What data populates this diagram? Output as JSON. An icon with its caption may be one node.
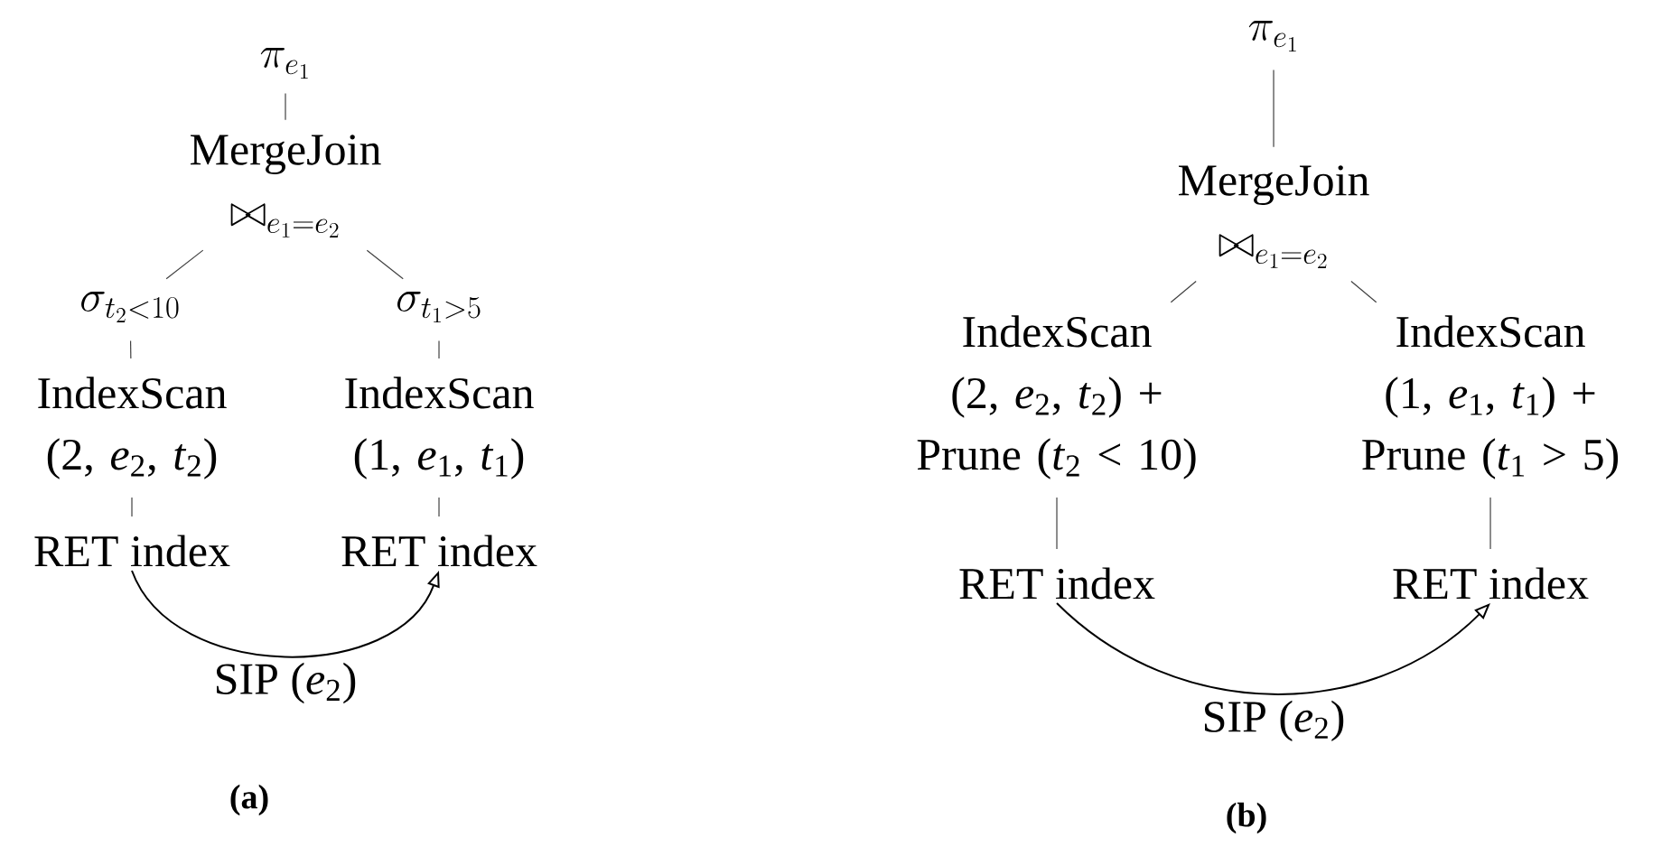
{
  "diagram": {
    "nodes": [
      {
        "text": [
          "\\pi_{e_1}"
        ]
      },
      {
        "text": [
          "MergeJoin",
          "\\bowtie_{e_1=e_2}"
        ]
      },
      {
        "text": [
          "\\sigma_{t_2<10}"
        ]
      },
      {
        "text": [
          "\\sigma_{t_1>5}"
        ]
      },
      {
        "text": [
          "IndexScan (2, *e*$_{2}$, *t*$_{2}$)"
        ]
      },
      {
        "text": [
          "IndexScan (1, *e*$_{1}$, *t*$_{1}$)"
        ]
      },
      {
        "text": [
          "RET index"
        ]
      },
      {
        "text": [
          "RET index"
        ]
      },
      {
        "text": [
          "\\pi_{e_1}"
        ]
      },
      {
        "text": [
          "MergeJoin",
          "\\bowtie_{e_1=e_2}"
        ]
      },
      {
        "text": [
          "IndexScan (2, *e*$_{2}$, *t*$_{2}$) + Prune (*t*$_{2}$ < 10)"
        ]
      },
      {
        "text": [
          "IndexScan (1, *e*$_{1}$, *t*$_{1}$) + Prune (*t*$_{1}$ > 5)"
        ]
      },
      {
        "text": [
          "RET index"
        ]
      },
      {
        "text": [
          "RET index"
        ]
      }
    ],
    "edges": [
      {
        "from": 0,
        "to": 1,
        "arrow": "none"
      },
      {
        "from": 1,
        "to": 2,
        "arrow": "none"
      },
      {
        "from": 1,
        "to": 3,
        "arrow": "none"
      },
      {
        "from": 2,
        "to": 4,
        "arrow": "none"
      },
      {
        "from": 3,
        "to": 5,
        "arrow": "none"
      },
      {
        "from": 4,
        "to": 6,
        "arrow": "none"
      },
      {
        "from": 5,
        "to": 7,
        "arrow": "none"
      },
      {
        "from": 6,
        "to": 7,
        "arrow": "to",
        "label": "SIP (*e*$_{2}$)"
      },
      {
        "from": 8,
        "to": 9,
        "arrow": "none"
      },
      {
        "from": 9,
        "to": 10,
        "arrow": "none"
      },
      {
        "from": 9,
        "to": 11,
        "arrow": "none"
      },
      {
        "from": 10,
        "to": 12,
        "arrow": "none"
      },
      {
        "from": 11,
        "to": 13,
        "arrow": "none"
      },
      {
        "from": 12,
        "to": 13,
        "arrow": "to",
        "label": "SIP (*e*$_{2}$)"
      }
    ],
    "labels": [
      "(a)",
      "(b)"
    ]
  }
}
